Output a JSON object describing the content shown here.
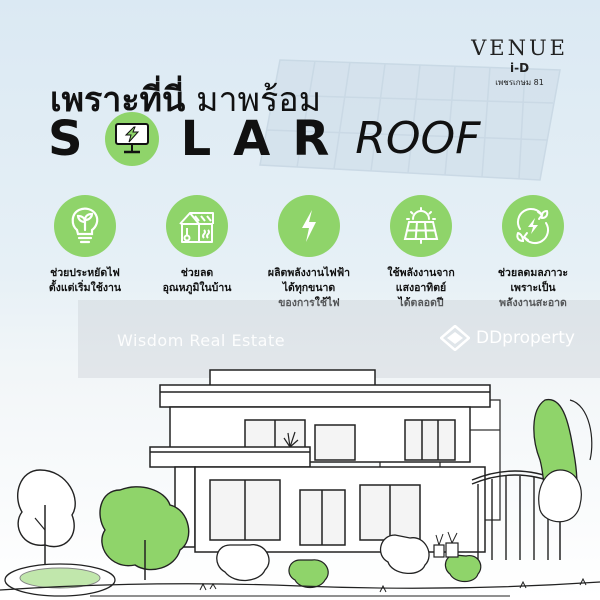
{
  "logo": {
    "brand": "VENUE",
    "sub1": "i-D",
    "sub2": "เพชรเกษม 81"
  },
  "headline": {
    "bold": "เพราะที่นี่",
    "light": "มาพร้อม"
  },
  "solar": {
    "s": "S",
    "l": "L",
    "a": "A",
    "r": "R",
    "roof": "ROOF"
  },
  "features": [
    {
      "icon": "lightbulb-leaf-icon",
      "line1": "ช่วยประหยัดไฟ",
      "line2": "ตั้งแต่เริ่มใช้งาน",
      "line3": ""
    },
    {
      "icon": "house-thermometer-icon",
      "line1": "ช่วยลด",
      "line2": "อุณหภูมิในบ้าน",
      "line3": ""
    },
    {
      "icon": "lightning-bolt-icon",
      "line1": "ผลิตพลังงานไฟฟ้า",
      "line2": "ได้ทุกขนาด",
      "line3": "ของการใช้ไฟ"
    },
    {
      "icon": "solar-panel-sun-icon",
      "line1": "ใช้พลังงานจาก",
      "line2": "แสงอาทิตย์",
      "line3": "ได้ตลอดปี"
    },
    {
      "icon": "eco-energy-icon",
      "line1": "ช่วยลดมลภาวะ",
      "line2": "เพราะเป็น",
      "line3": "พลังงานสะอาด"
    }
  ],
  "watermark": {
    "left": "Wisdom Real Estate",
    "right": "DDproperty"
  },
  "colors": {
    "accent_green": "#8fd46a",
    "ink": "#111111",
    "sky": "#dbe9f3"
  }
}
